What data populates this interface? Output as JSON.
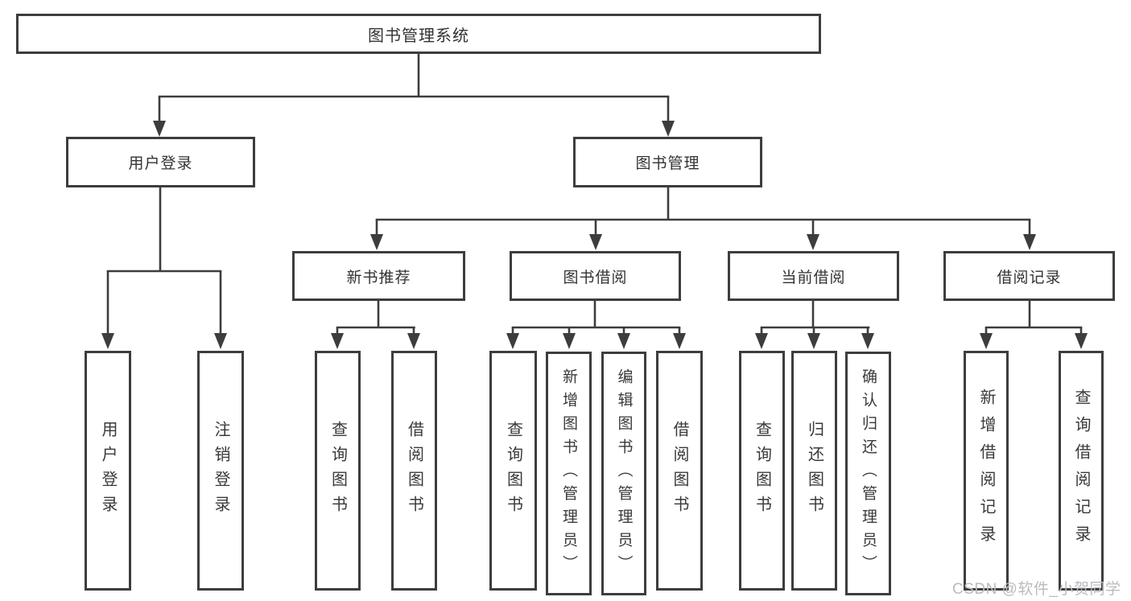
{
  "diagram": {
    "type": "hierarchy-tree",
    "tree": {
      "root": {
        "label": "图书管理系统"
      },
      "branches": [
        {
          "label": "用户登录",
          "children": [
            {
              "label": "用户登录"
            },
            {
              "label": "注销登录"
            }
          ]
        },
        {
          "label": "图书管理",
          "groups": [
            {
              "label": "新书推荐",
              "children": [
                {
                  "label": "查询图书"
                },
                {
                  "label": "借阅图书"
                }
              ]
            },
            {
              "label": "图书借阅",
              "children": [
                {
                  "label": "查询图书"
                },
                {
                  "label": "新增图书（管理员）"
                },
                {
                  "label": "编辑图书（管理员）"
                },
                {
                  "label": "借阅图书"
                }
              ]
            },
            {
              "label": "当前借阅",
              "children": [
                {
                  "label": "查询图书"
                },
                {
                  "label": "归还图书"
                },
                {
                  "label": "确认归还（管理员）"
                }
              ]
            },
            {
              "label": "借阅记录",
              "children": [
                {
                  "label": "新增借阅记录"
                },
                {
                  "label": "查询借阅记录"
                }
              ]
            }
          ]
        }
      ]
    },
    "colors": {
      "background": "#ffffff",
      "line": "#3d3d3f",
      "text": "#333335",
      "watermark": "#b9bbbf"
    }
  },
  "watermark": {
    "text": "CSDN @软件_小贺同学"
  }
}
